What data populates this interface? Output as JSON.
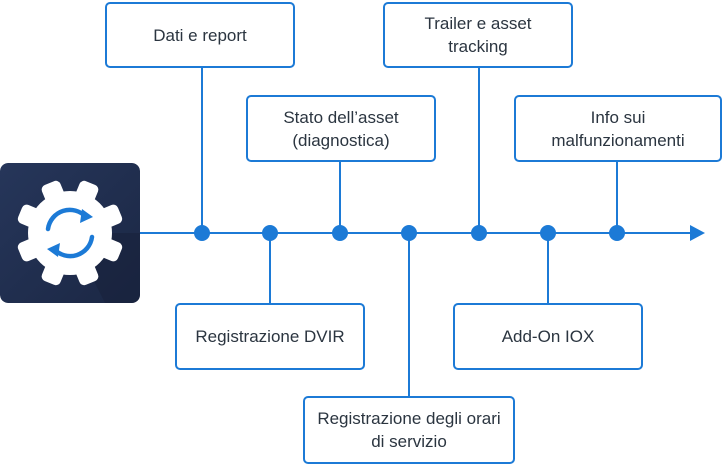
{
  "colors": {
    "accent": "#1c7ad6",
    "tile_dark": "#22304f",
    "text": "#2b3540"
  },
  "icon": "gear-sync-icon",
  "features": [
    {
      "id": "dati-e-report",
      "label": "Dati e report"
    },
    {
      "id": "registrazione-dvir",
      "label": "Registrazione DVIR"
    },
    {
      "id": "stato-asset",
      "label": "Stato dell’asset (diagnostica)"
    },
    {
      "id": "registrazione-orari",
      "label": "Registrazione degli orari di servizio"
    },
    {
      "id": "trailer-asset-tracking",
      "label": "Trailer e asset tracking"
    },
    {
      "id": "add-on-iox",
      "label": "Add-On IOX"
    },
    {
      "id": "info-malfunzionamenti",
      "label": "Info sui malfunzionamenti"
    }
  ]
}
